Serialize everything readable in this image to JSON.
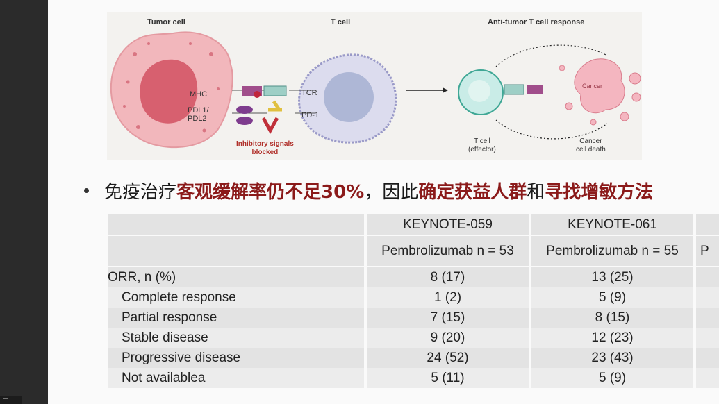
{
  "figure": {
    "labels": {
      "tumor_cell": "Tumor cell",
      "t_cell": "T cell",
      "anti_tumor": "Anti-tumor T cell response",
      "mhc": "MHC",
      "pdl": "PDL1/\nPDL2",
      "tcr": "TCR",
      "pd1": "PD-1",
      "inhibitory": "Inhibitory signals\nblocked",
      "t_cell_effector": "T cell\n(effector)",
      "cancer": "Cancer",
      "cancer_cell_death": "Cancer\ncell death"
    }
  },
  "bullet": {
    "part1": "免疫治疗",
    "part2": "客观缓解率仍不足30%",
    "part3": "，因此",
    "part4": "确定获益人群",
    "part5": "和",
    "part6": "寻找增敏方法"
  },
  "table": {
    "header1": [
      "",
      "KEYNOTE-059",
      "KEYNOTE-061",
      ""
    ],
    "header2": [
      "",
      "Pembrolizumab n = 53",
      "Pembrolizumab n = 55",
      "P"
    ],
    "rows": [
      {
        "label": "ORR, n (%)",
        "v1": "8 (17)",
        "v2": "13 (25)",
        "indent": false
      },
      {
        "label": "Complete response",
        "v1": "1 (2)",
        "v2": "5 (9)",
        "indent": true
      },
      {
        "label": "Partial response",
        "v1": "7 (15)",
        "v2": "8 (15)",
        "indent": true
      },
      {
        "label": "Stable disease",
        "v1": "9 (20)",
        "v2": "12 (23)",
        "indent": true
      },
      {
        "label": "Progressive disease",
        "v1": "24 (52)",
        "v2": "23 (43)",
        "indent": true
      },
      {
        "label": "Not availablea",
        "v1": "5 (11)",
        "v2": "5 (9)",
        "indent": true
      }
    ]
  },
  "rail": {
    "badge": "三"
  }
}
